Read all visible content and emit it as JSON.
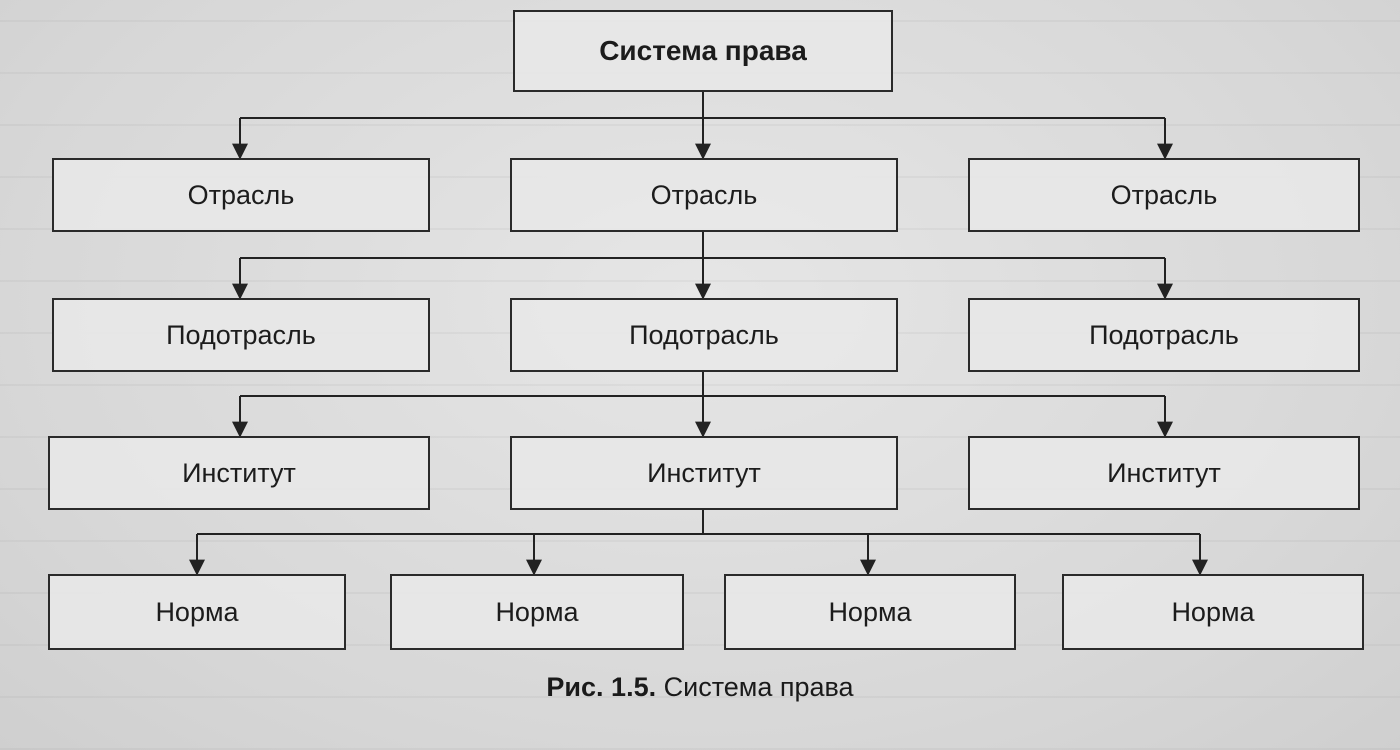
{
  "diagram": {
    "root": {
      "label": "Система права"
    },
    "branches": [
      {
        "label": "Отрасль"
      },
      {
        "label": "Отрасль"
      },
      {
        "label": "Отрасль"
      }
    ],
    "sub_branches": [
      {
        "label": "Подотрасль"
      },
      {
        "label": "Подотрасль"
      },
      {
        "label": "Подотрасль"
      }
    ],
    "institutes": [
      {
        "label": "Институт"
      },
      {
        "label": "Институт"
      },
      {
        "label": "Институт"
      }
    ],
    "norms": [
      {
        "label": "Норма"
      },
      {
        "label": "Норма"
      },
      {
        "label": "Норма"
      },
      {
        "label": "Норма"
      }
    ]
  },
  "caption": {
    "number": "Рис. 1.5.",
    "text": "Система права"
  }
}
